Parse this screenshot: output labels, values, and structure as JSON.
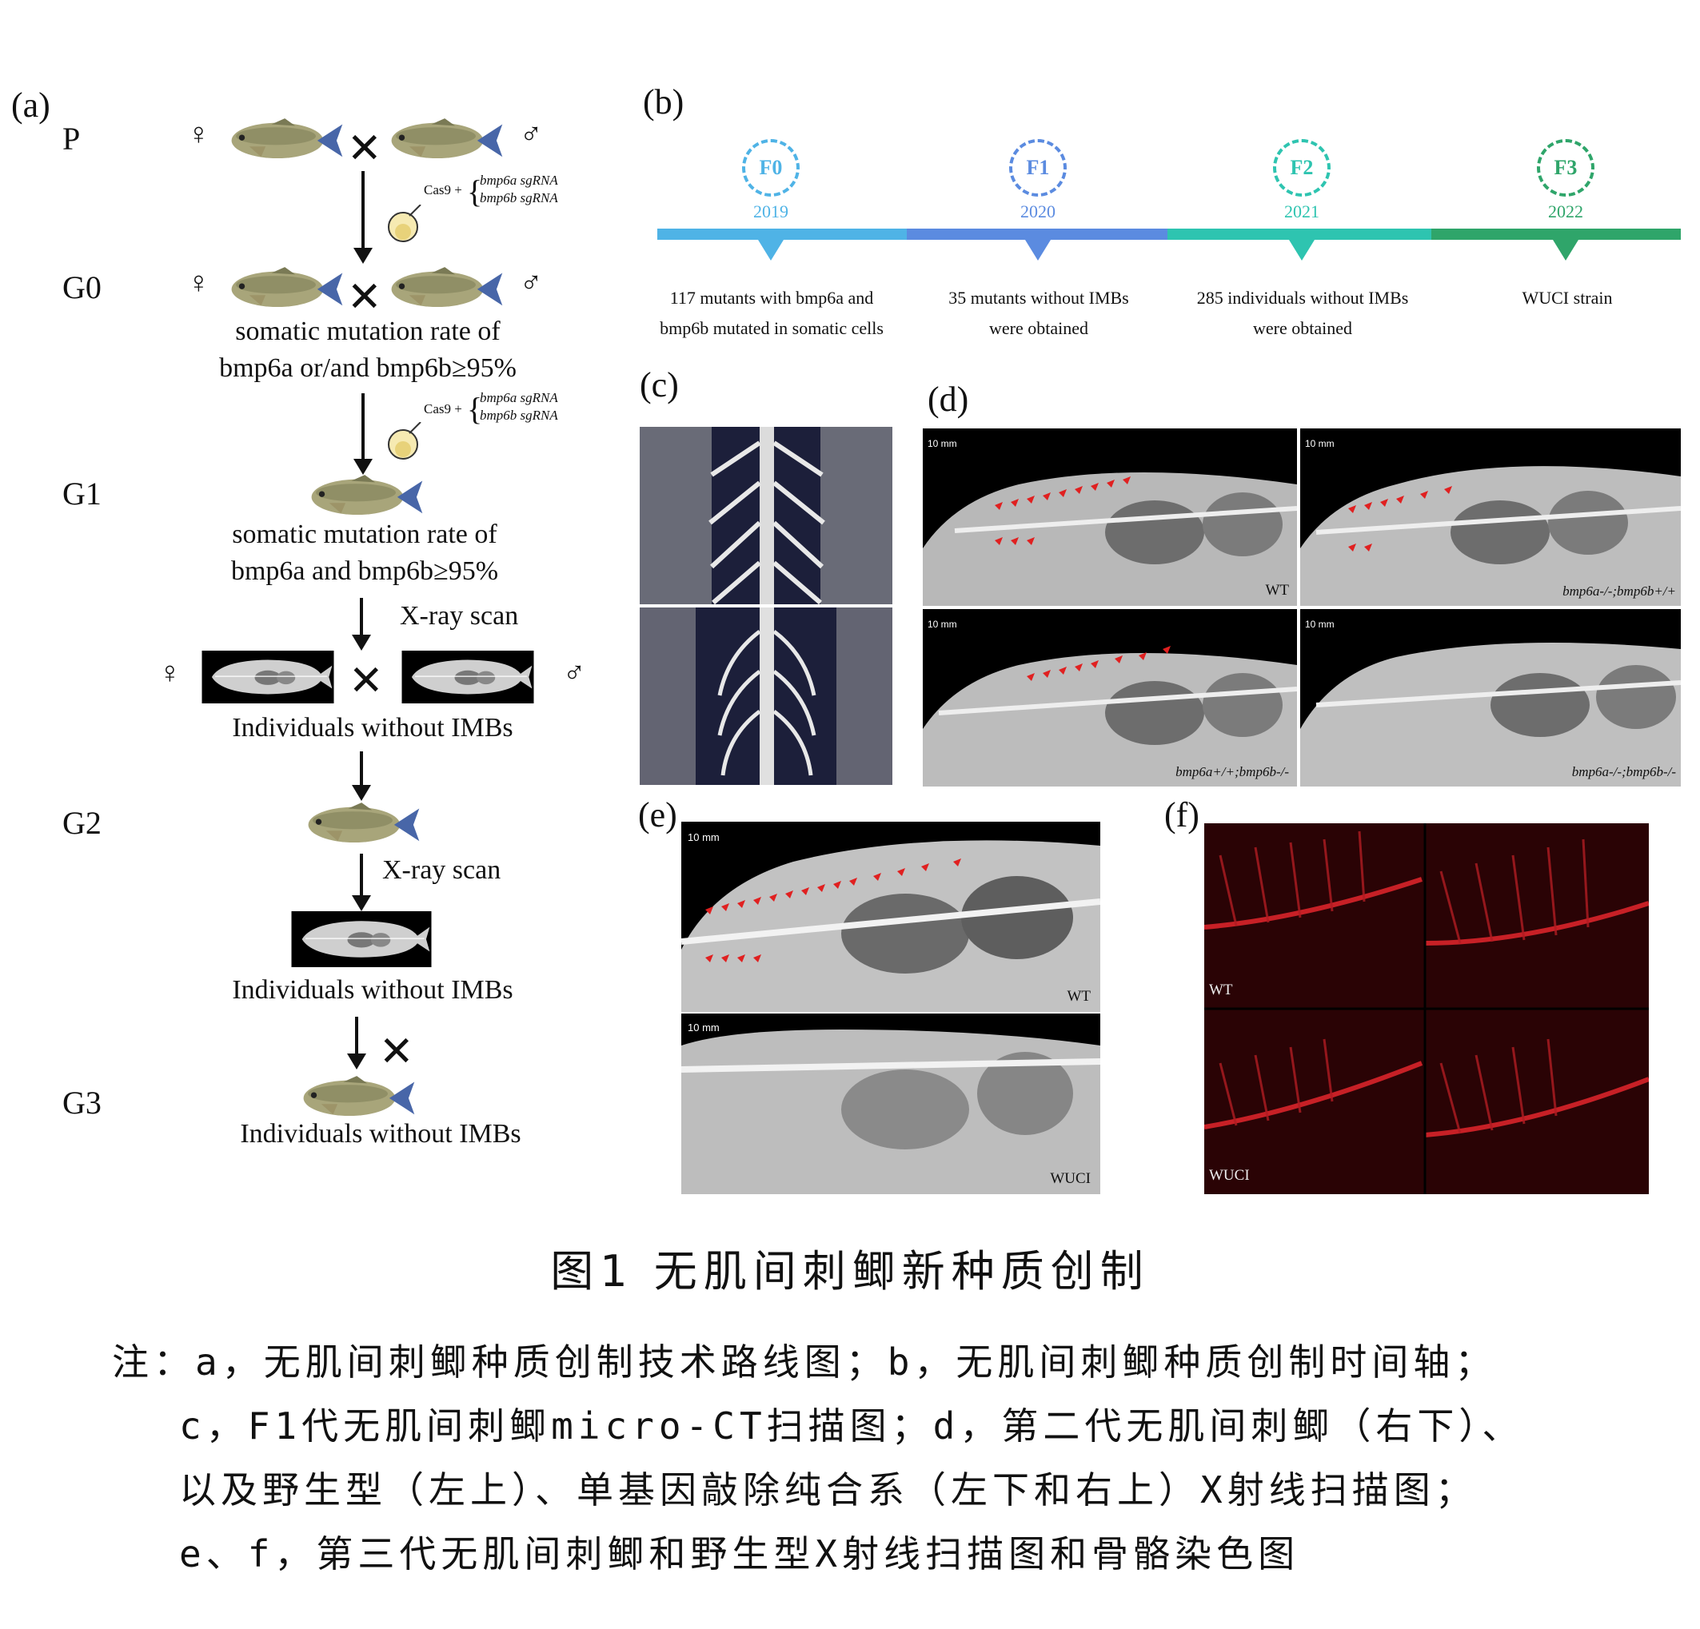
{
  "panel_a": {
    "label": "(a)",
    "generations": [
      "P",
      "G0",
      "G1",
      "G2",
      "G3"
    ],
    "female": "♀",
    "male": "♂",
    "cas9_label": "Cas9 +",
    "sgrna_a": "bmp6a sgRNA",
    "sgrna_b": "bmp6b sgRNA",
    "g0_line1": "somatic mutation rate of",
    "g0_line2": "bmp6a or/and bmp6b≥95%",
    "g1_line1": "somatic mutation rate of",
    "g1_line2": "bmp6a and bmp6b≥95%",
    "xray_scan": "X-ray scan",
    "without_imbs": "Individuals without IMBs"
  },
  "panel_b": {
    "label": "(b)",
    "nodes": [
      {
        "gen": "F0",
        "year": "2019",
        "text": "117 mutants with bmp6a and bmp6b mutated in somatic cells",
        "color": "#4fb3e6"
      },
      {
        "gen": "F1",
        "year": "2020",
        "text": "35 mutants without IMBs were obtained",
        "color": "#5b8be0"
      },
      {
        "gen": "F2",
        "year": "2021",
        "text": "285 individuals without IMBs were obtained",
        "color": "#2ec4b0"
      },
      {
        "gen": "F3",
        "year": "2022",
        "text": "WUCI strain",
        "color": "#2fa56a"
      }
    ]
  },
  "panel_c": {
    "label": "(c)"
  },
  "panel_d": {
    "label": "(d)",
    "scale": "10 mm",
    "tags": [
      "WT",
      "bmp6a-/-;bmp6b+/+",
      "bmp6a+/+;bmp6b-/-",
      "bmp6a-/-;bmp6b-/-"
    ]
  },
  "panel_e": {
    "label": "(e)",
    "scale": "10 mm",
    "tags": [
      "WT",
      "WUCI"
    ]
  },
  "panel_f": {
    "label": "(f)",
    "tags": [
      "WT",
      "WUCI"
    ]
  },
  "caption": {
    "title": "图1  无肌间刺鲫新种质创制",
    "note1": "注：a，无肌间刺鲫种质创制技术路线图；b，无肌间刺鲫种质创制时间轴；",
    "note2": "c，F1代无肌间刺鲫micro-CT扫描图；d，第二代无肌间刺鲫（右下）、",
    "note3": "以及野生型（左上）、单基因敲除纯合系（左下和右上）X射线扫描图；",
    "note4": "e、f，第三代无肌间刺鲫和野生型X射线扫描图和骨骼染色图"
  },
  "colors": {
    "arrow_red": "#e02020",
    "xray_bg": "#000000",
    "ct_bg": "#1c1f3a",
    "stain_bg": "#3a0508"
  }
}
